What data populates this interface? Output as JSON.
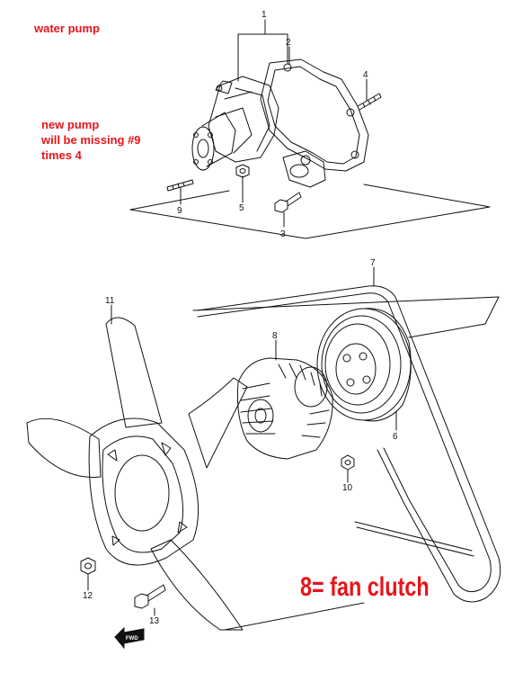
{
  "notes": {
    "title": "water pump",
    "missing_lines": [
      "new pump",
      "will be missing #9",
      "times 4"
    ],
    "clutch_note": "8=  fan clutch",
    "text_color": "#e8141b"
  },
  "callouts": {
    "n1": "1",
    "n2": "2",
    "n3": "3",
    "n4": "4",
    "n5": "5",
    "n6": "6",
    "n7": "7",
    "n8": "8",
    "n9": "9",
    "n10": "10",
    "n11": "11",
    "n12": "12",
    "n13": "13"
  },
  "fwd_label": "FWD"
}
